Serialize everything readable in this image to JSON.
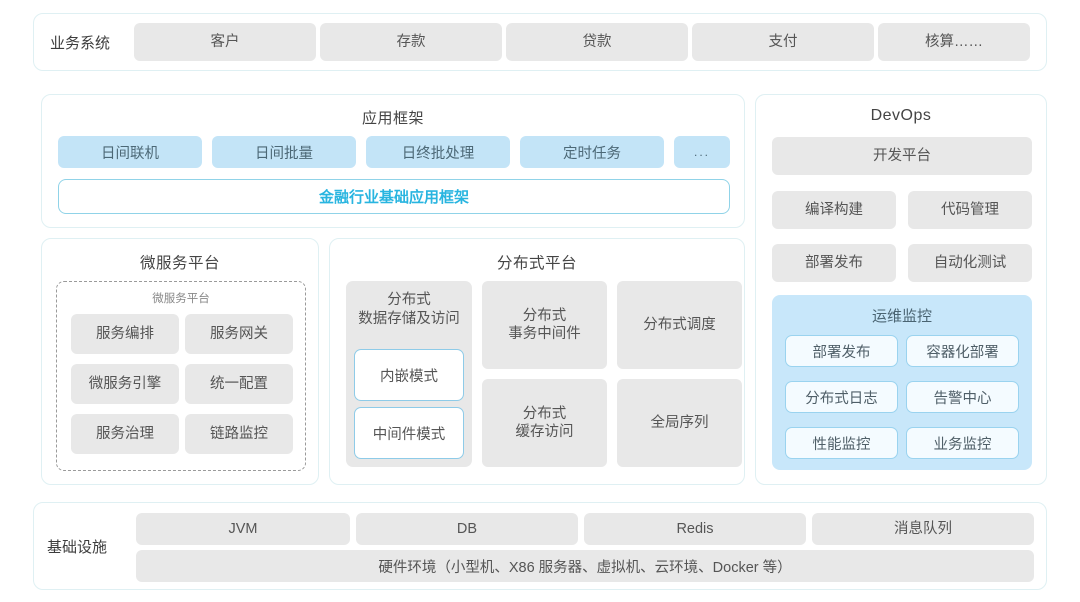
{
  "business_systems": {
    "label": "业务系统",
    "items": [
      "客户",
      "存款",
      "贷款",
      "支付",
      "核算……"
    ]
  },
  "app_framework": {
    "title": "应用框架",
    "items": [
      "日间联机",
      "日间批量",
      "日终批处理",
      "定时任务",
      "..."
    ],
    "base_framework": "金融行业基础应用框架",
    "accent_color": "#29b5e0"
  },
  "microservice_platform": {
    "title": "微服务平台",
    "subtitle": "微服务平台",
    "items": [
      "服务编排",
      "服务网关",
      "微服务引擎",
      "统一配置",
      "服务治理",
      "链路监控"
    ]
  },
  "distributed_platform": {
    "title": "分布式平台",
    "storage": {
      "title_line1": "分布式",
      "title_line2": "数据存储及访问",
      "modes": [
        "内嵌模式",
        "中间件模式"
      ]
    },
    "items": [
      {
        "line1": "分布式",
        "line2": "事务中间件"
      },
      {
        "line1": "分布式调度",
        "line2": ""
      },
      {
        "line1": "分布式",
        "line2": "缓存访问"
      },
      {
        "line1": "全局序列",
        "line2": ""
      }
    ]
  },
  "devops": {
    "title": "DevOps",
    "dev_platform": "开发平台",
    "items": [
      "编译构建",
      "代码管理",
      "部署发布",
      "自动化测试"
    ],
    "ops": {
      "title": "运维监控",
      "items": [
        "部署发布",
        "容器化部署",
        "分布式日志",
        "告警中心",
        "性能监控",
        "业务监控"
      ],
      "background_color": "#c8e7fa"
    }
  },
  "infrastructure": {
    "label": "基础设施",
    "items": [
      "JVM",
      "DB",
      "Redis",
      "消息队列"
    ],
    "hardware": "硬件环境（小型机、X86 服务器、虚拟机、云环境、Docker 等）"
  }
}
